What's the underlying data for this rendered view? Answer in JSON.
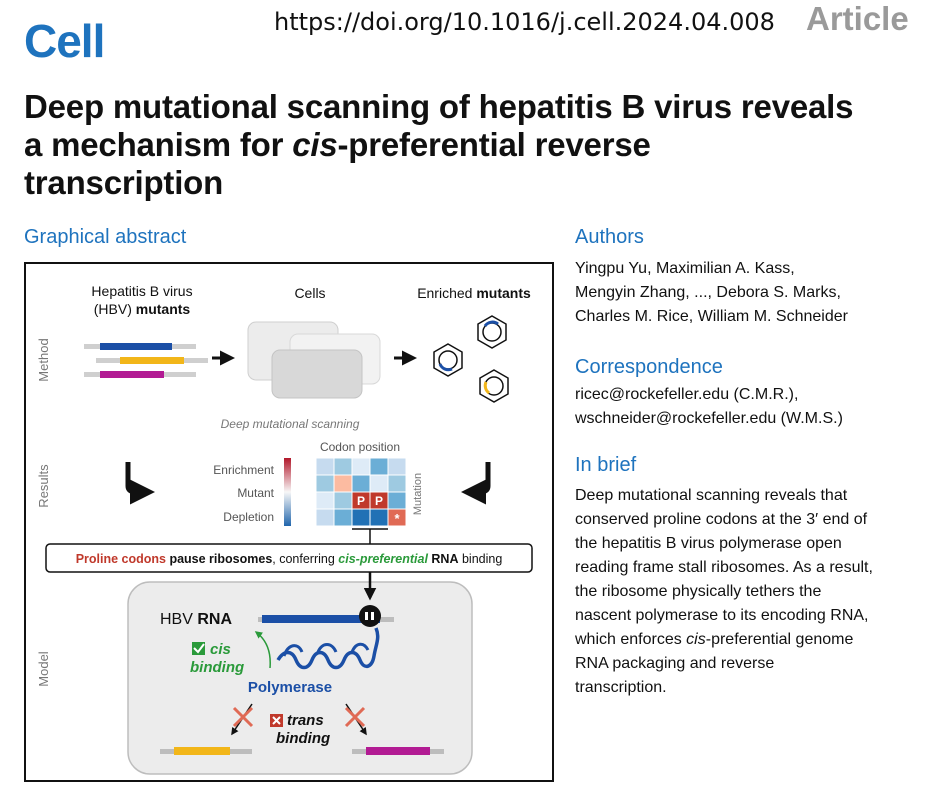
{
  "header": {
    "journal_logo": "Cell",
    "doi": "https://doi.org/10.1016/j.cell.2024.04.008",
    "article_type": "Article"
  },
  "title": {
    "line1": "Deep mutational scanning of hepatitis B virus reveals",
    "line2_pre": "a mechanism for ",
    "line2_em": "cis",
    "line2_post": "-preferential reverse",
    "line3": "transcription"
  },
  "graphical_abstract": {
    "heading": "Graphical abstract",
    "row_labels": {
      "method": "Method",
      "results": "Results",
      "model": "Model"
    },
    "col1_l1": "Hepatitis B virus",
    "col1_l2_pre": "(HBV) ",
    "col1_l2_bold": "mutants",
    "col2": "Cells",
    "col3_pre": "Enriched ",
    "col3_bold": "mutants",
    "dms_caption": "Deep mutational scanning",
    "codon_position": "Codon position",
    "enrichment": "Enrichment",
    "mutant": "Mutant",
    "depletion": "Depletion",
    "mutation": "Mutation",
    "cell_p": "P",
    "cell_star": "*",
    "banner": {
      "red": "Proline codons",
      "b1": " pause ribosomes",
      "t1": ", conferring ",
      "g1": "cis-preferential",
      "sp": " ",
      "b2": "RNA",
      "t2": " binding"
    },
    "hbv": "HBV ",
    "rna": "RNA",
    "cis": "cis",
    "binding": "binding",
    "polymerase": "Polymerase",
    "trans": "trans",
    "trans_binding": "binding",
    "colors": {
      "blue": "#1b4fa6",
      "yellow": "#f2b619",
      "magenta": "#b21b93",
      "green": "#2a9a3a",
      "red": "#c0392b"
    }
  },
  "authors": {
    "heading": "Authors",
    "line1": "Yingpu Yu, Maximilian A. Kass,",
    "line2": "Mengyin Zhang, ..., Debora S. Marks,",
    "line3": "Charles M. Rice, William M. Schneider"
  },
  "correspondence": {
    "heading": "Correspondence",
    "line1": "ricec@rockefeller.edu (C.M.R.),",
    "line2": "wschneider@rockefeller.edu (W.M.S.)"
  },
  "in_brief": {
    "heading": "In brief",
    "l1": "Deep mutational scanning reveals that",
    "l2": "conserved proline codons at the 3′ end of",
    "l3": "the hepatitis B virus polymerase open",
    "l4": "reading frame stall ribosomes. As a result,",
    "l5": "the ribosome physically tethers the",
    "l6": "nascent polymerase to its encoding RNA,",
    "l7_pre": "which enforces ",
    "l7_em": "cis",
    "l7_post": "-preferential genome",
    "l8": "RNA packaging and reverse",
    "l9": "transcription."
  }
}
